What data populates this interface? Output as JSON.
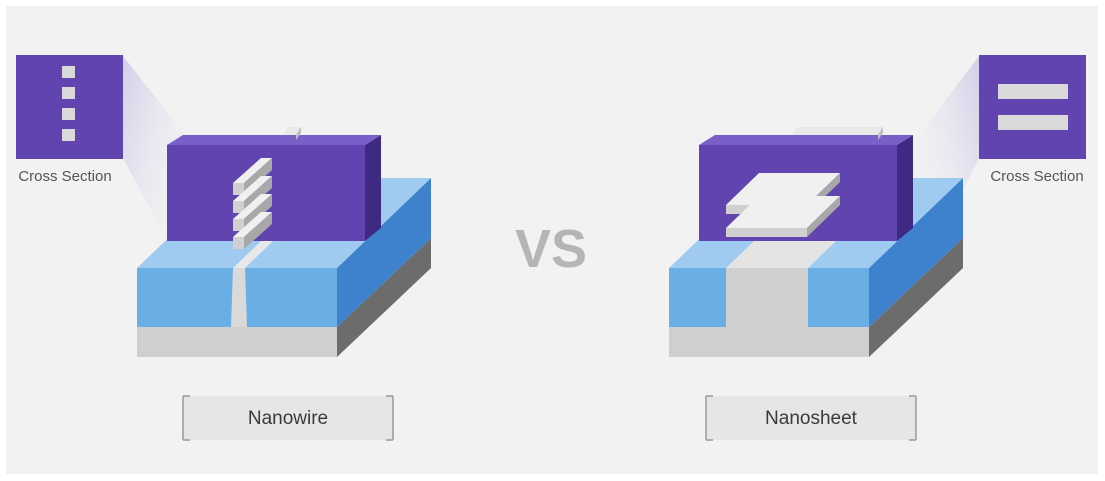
{
  "left": {
    "cross_section_label": "Cross Section",
    "caption": "Nanowire"
  },
  "right": {
    "cross_section_label": "Cross Section",
    "caption": "Nanosheet"
  },
  "versus": "VS",
  "colors": {
    "purple_front": "#6244b0",
    "purple_side": "#3f2a83",
    "purple_top": "#7b5fc8",
    "blue_front": "#6aaee6",
    "blue_top": "#9fcbf0",
    "blue_side": "#3e82cd",
    "gray_base_front": "#cfcfcf",
    "gray_base_side": "#6c6c6c",
    "silicon": "#e4e4e4",
    "vs_text": "#b5b5b5"
  }
}
